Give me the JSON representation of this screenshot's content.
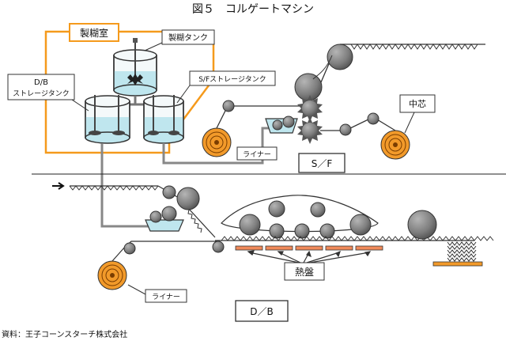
{
  "title": "図５　コルゲートマシン",
  "labels": {
    "seikoshitsu": "製糊室",
    "seiko_tank": "製糊タンク",
    "db_storage_line1": "D/B",
    "db_storage_line2": "ストレージタンク",
    "sf_storage": "S/Fストレージタンク",
    "liner_top": "ライナー",
    "liner_bottom": "ライナー",
    "core": "中芯",
    "sf": "S／F",
    "db": "D／B",
    "hot_plate": "熱盤"
  },
  "source": "資料：王子コーンスターチ株式会社",
  "colors": {
    "orange": "#f59a1c",
    "liquid": "#bfe6ee",
    "roll": "#808080",
    "line": "#404040",
    "plate": "#f08a5a"
  }
}
